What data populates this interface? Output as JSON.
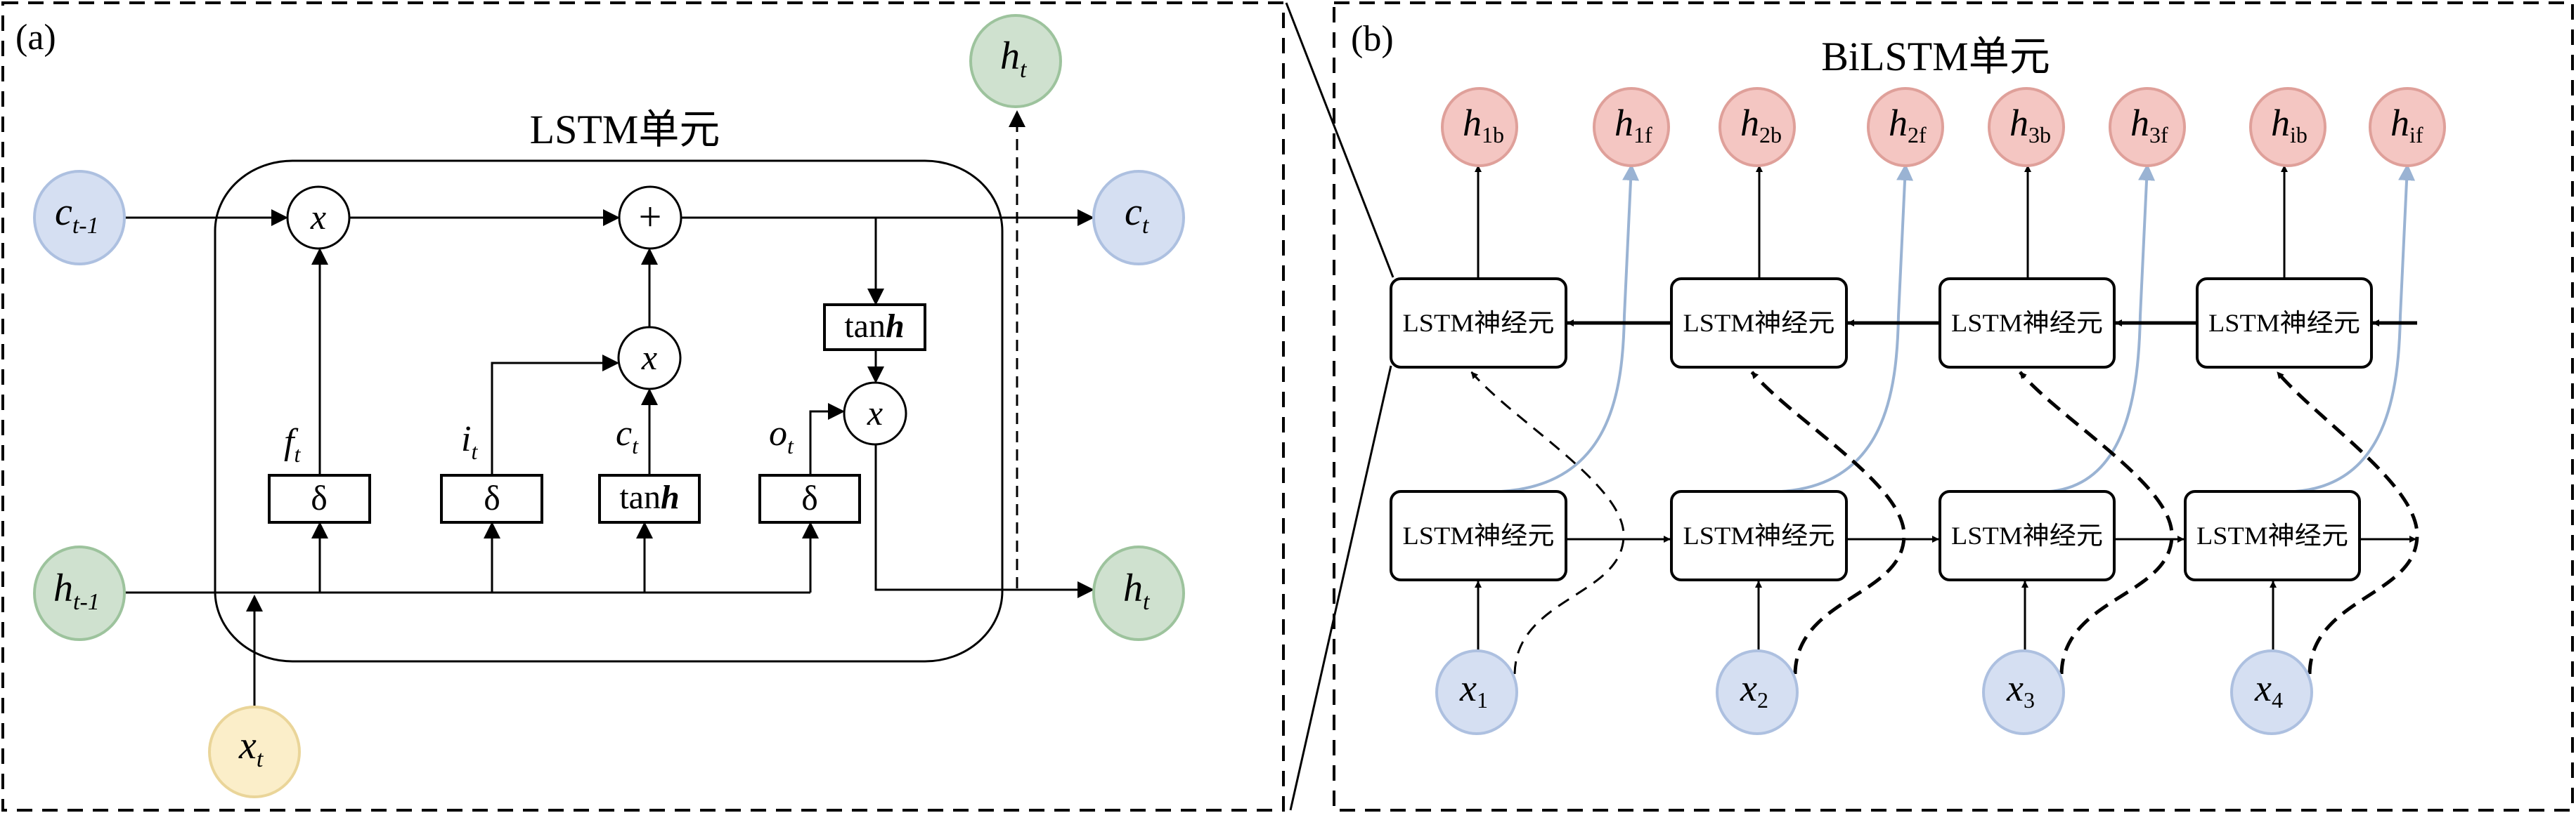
{
  "panel_a": {
    "label": "(a)",
    "title": "LSTM单元",
    "nodes": {
      "c_prev": {
        "main": "c",
        "sub": "t-1"
      },
      "h_prev": {
        "main": "h",
        "sub": "t-1"
      },
      "c_out": {
        "main": "c",
        "sub": "t"
      },
      "h_out": {
        "main": "h",
        "sub": "t"
      },
      "h_top": {
        "main": "h",
        "sub": "t"
      },
      "x_in": {
        "main": "x",
        "sub": "t"
      }
    },
    "operators": {
      "mult": "x",
      "add": "+"
    },
    "gates": {
      "forget": {
        "box": "δ",
        "label": "f",
        "sub": "t"
      },
      "input": {
        "box": "δ",
        "label": "i",
        "sub": "t"
      },
      "candidate": {
        "box_a": "tan",
        "box_b": "h",
        "label": "c",
        "sub": "t"
      },
      "output": {
        "box": "δ",
        "label": "o",
        "sub": "t"
      }
    },
    "tanh_box": {
      "a": "tan",
      "b": "h"
    }
  },
  "panel_b": {
    "label": "(b)",
    "title": "BiLSTM单元",
    "cell_label": "LSTM神经元",
    "outputs": [
      {
        "main": "h",
        "sub": "1b"
      },
      {
        "main": "h",
        "sub": "1f"
      },
      {
        "main": "h",
        "sub": "2b"
      },
      {
        "main": "h",
        "sub": "2f"
      },
      {
        "main": "h",
        "sub": "3b"
      },
      {
        "main": "h",
        "sub": "3f"
      },
      {
        "main": "h",
        "sub": "ib"
      },
      {
        "main": "h",
        "sub": "if"
      }
    ],
    "inputs": [
      {
        "main": "x",
        "sub": "1"
      },
      {
        "main": "x",
        "sub": "2"
      },
      {
        "main": "x",
        "sub": "3"
      },
      {
        "main": "x",
        "sub": "4"
      }
    ]
  },
  "colors": {
    "blue_fill": "#d5dff2",
    "blue_stroke": "#adc0e0",
    "green_fill": "#cfe1cf",
    "green_stroke": "#9dc39d",
    "red_fill": "#f4c6c2",
    "red_stroke": "#dfa09a",
    "yellow_fill": "#fbeec9",
    "yellow_stroke": "#ead599",
    "forward_curve": "#9ab3d3"
  }
}
